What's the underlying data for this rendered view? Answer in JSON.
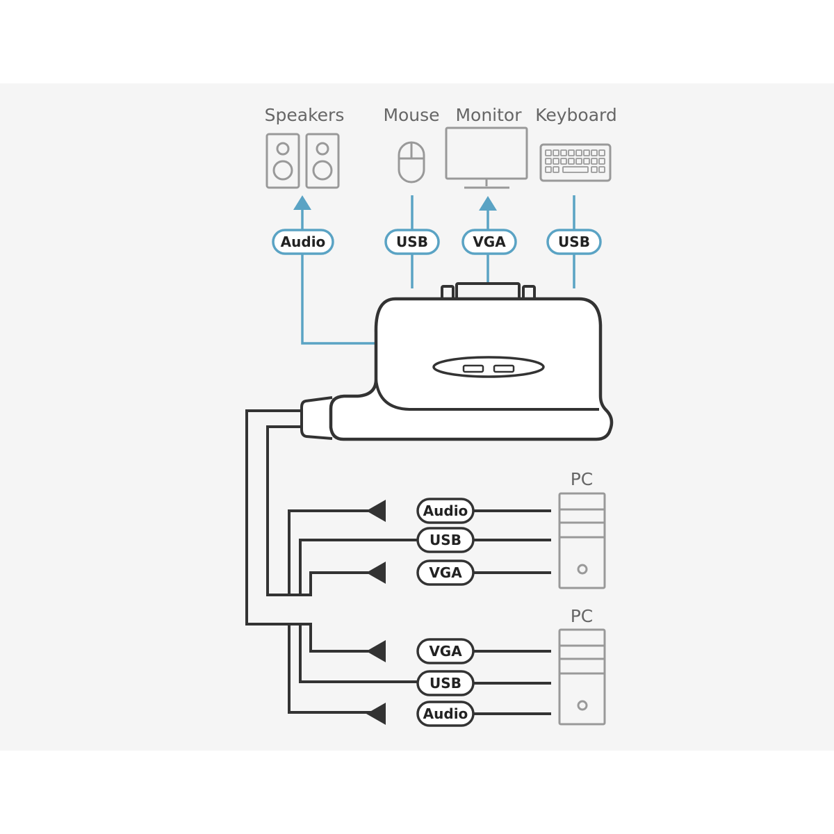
{
  "devices": {
    "speakers": "Speakers",
    "mouse": "Mouse",
    "monitor": "Monitor",
    "keyboard": "Keyboard",
    "pc_top": "PC",
    "pc_bottom": "PC"
  },
  "console_connections": {
    "speakers": "Audio",
    "mouse": "USB",
    "monitor": "VGA",
    "keyboard": "USB"
  },
  "pc_top_cables": [
    "Audio",
    "USB",
    "VGA"
  ],
  "pc_bottom_cables": [
    "VGA",
    "USB",
    "Audio"
  ],
  "colors": {
    "panel_background": "#f5f5f5",
    "console_line": "#5aa3c4",
    "pc_line": "#333333",
    "device_outline": "#999999"
  }
}
